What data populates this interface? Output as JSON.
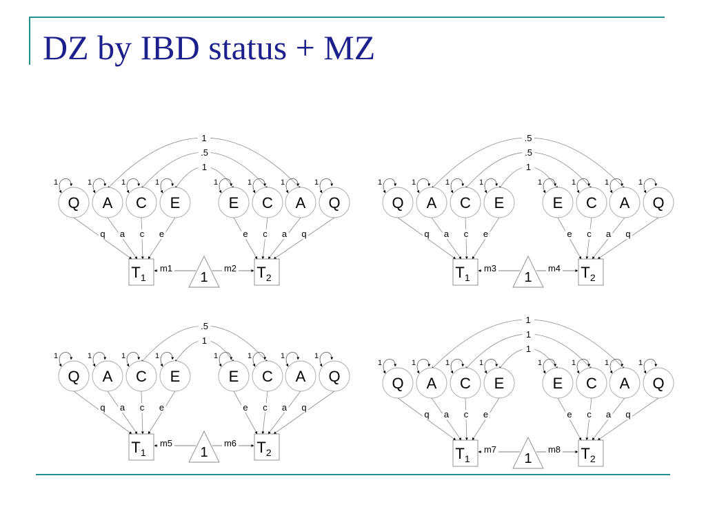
{
  "slide": {
    "title": "DZ by IBD status + MZ"
  },
  "panels": [
    {
      "id": "top-left",
      "arc_labels": [
        "1",
        ".5",
        "1"
      ],
      "latent_left": [
        "Q",
        "A",
        "C",
        "E"
      ],
      "latent_right": [
        "E",
        "C",
        "A",
        "Q"
      ],
      "variance_labels": [
        "1",
        "1",
        "1",
        "1",
        "1",
        "1",
        "1",
        "1"
      ],
      "path_left": [
        "q",
        "a",
        "c",
        "e"
      ],
      "path_right": [
        "e",
        "c",
        "a",
        "q"
      ],
      "twin1": {
        "letter": "T",
        "sub": "1"
      },
      "twin2": {
        "letter": "T",
        "sub": "2"
      },
      "mean_constant": "1",
      "mean_left": "m1",
      "mean_right": "m2"
    },
    {
      "id": "top-right",
      "arc_labels": [
        ".5",
        ".5",
        "1"
      ],
      "latent_left": [
        "Q",
        "A",
        "C",
        "E"
      ],
      "latent_right": [
        "E",
        "C",
        "A",
        "Q"
      ],
      "variance_labels": [
        "1",
        "1",
        "1",
        "1",
        "1",
        "1",
        "1",
        "1"
      ],
      "path_left": [
        "q",
        "a",
        "c",
        "e"
      ],
      "path_right": [
        "e",
        "c",
        "a",
        "q"
      ],
      "twin1": {
        "letter": "T",
        "sub": "1"
      },
      "twin2": {
        "letter": "T",
        "sub": "2"
      },
      "mean_constant": "1",
      "mean_left": "m3",
      "mean_right": "m4"
    },
    {
      "id": "bottom-left",
      "arc_labels": [
        ".5",
        "1"
      ],
      "latent_left": [
        "Q",
        "A",
        "C",
        "E"
      ],
      "latent_right": [
        "E",
        "C",
        "A",
        "Q"
      ],
      "variance_labels": [
        "1",
        "1",
        "1",
        "1",
        "1",
        "1",
        "1",
        "1"
      ],
      "path_left": [
        "q",
        "a",
        "c",
        "e"
      ],
      "path_right": [
        "e",
        "c",
        "a",
        "q"
      ],
      "twin1": {
        "letter": "T",
        "sub": "1"
      },
      "twin2": {
        "letter": "T",
        "sub": "2"
      },
      "mean_constant": "1",
      "mean_left": "m5",
      "mean_right": "m6"
    },
    {
      "id": "bottom-right",
      "arc_labels": [
        "1",
        "1",
        "1"
      ],
      "latent_left": [
        "Q",
        "A",
        "C",
        "E"
      ],
      "latent_right": [
        "E",
        "C",
        "A",
        "Q"
      ],
      "variance_labels": [
        "1",
        "1",
        "1",
        "1",
        "1",
        "1",
        "1",
        "1"
      ],
      "path_left": [
        "q",
        "a",
        "c",
        "e"
      ],
      "path_right": [
        "e",
        "c",
        "a",
        "q"
      ],
      "twin1": {
        "letter": "T",
        "sub": "1"
      },
      "twin2": {
        "letter": "T",
        "sub": "2"
      },
      "mean_constant": "1",
      "mean_left": "m7",
      "mean_right": "m8"
    }
  ]
}
